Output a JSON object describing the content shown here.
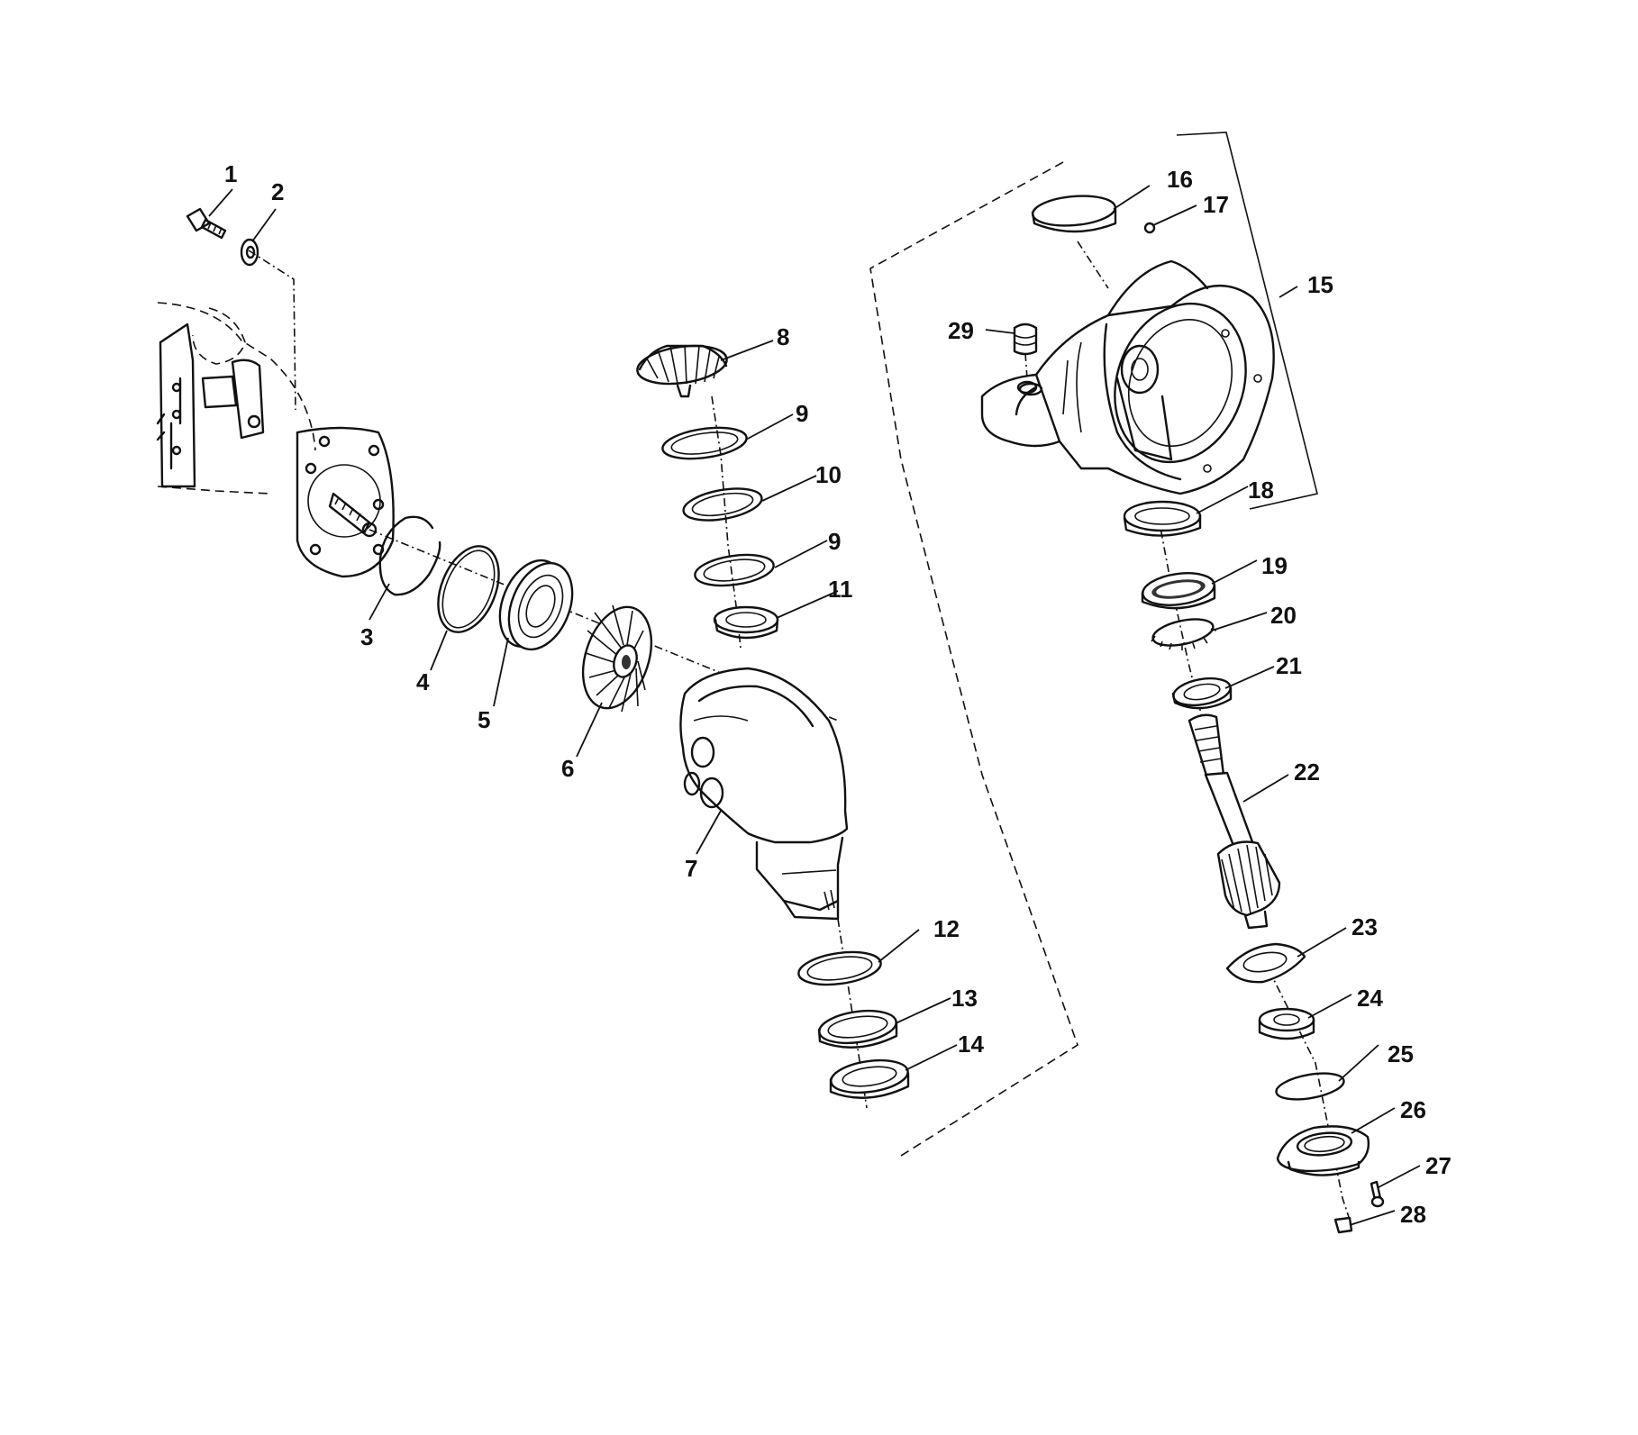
{
  "diagram": {
    "part_labels": [
      "1",
      "2",
      "3",
      "4",
      "5",
      "6",
      "7",
      "8",
      "9",
      "10",
      "9",
      "11",
      "12",
      "13",
      "14",
      "15",
      "16",
      "17",
      "18",
      "19",
      "20",
      "21",
      "22",
      "23",
      "24",
      "25",
      "26",
      "27",
      "28",
      "29"
    ]
  }
}
